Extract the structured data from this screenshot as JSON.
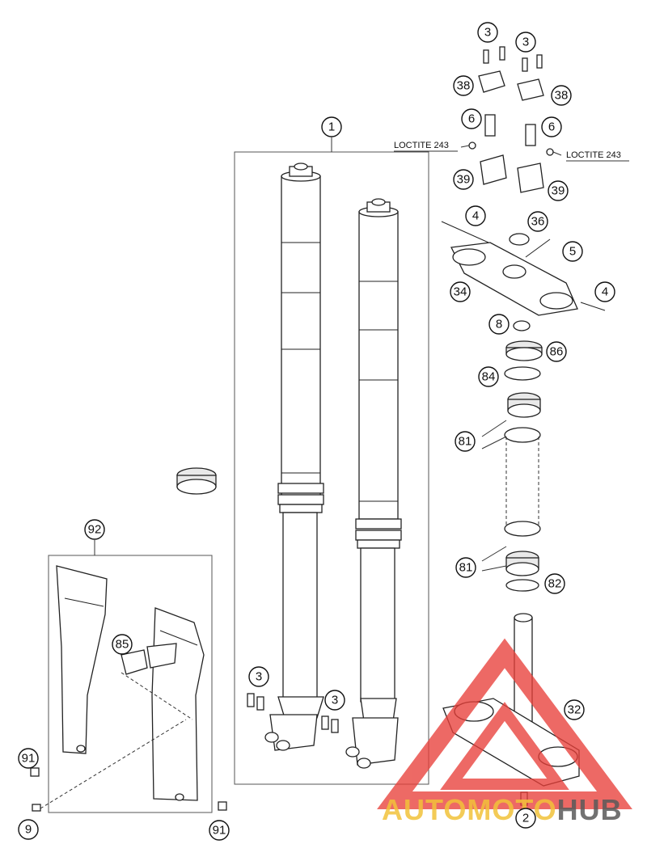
{
  "callouts": [
    {
      "id": "c1",
      "label": "1"
    },
    {
      "id": "c3a",
      "label": "3"
    },
    {
      "id": "c3b",
      "label": "3"
    },
    {
      "id": "c38a",
      "label": "38"
    },
    {
      "id": "c38b",
      "label": "38"
    },
    {
      "id": "c6a",
      "label": "6"
    },
    {
      "id": "c6b",
      "label": "6"
    },
    {
      "id": "c39a",
      "label": "39"
    },
    {
      "id": "c39b",
      "label": "39"
    },
    {
      "id": "c4a",
      "label": "4"
    },
    {
      "id": "c36",
      "label": "36"
    },
    {
      "id": "c5",
      "label": "5"
    },
    {
      "id": "c34",
      "label": "34"
    },
    {
      "id": "c4b",
      "label": "4"
    },
    {
      "id": "c8",
      "label": "8"
    },
    {
      "id": "c86",
      "label": "86"
    },
    {
      "id": "c84",
      "label": "84"
    },
    {
      "id": "c81a",
      "label": "81"
    },
    {
      "id": "c81b",
      "label": "81"
    },
    {
      "id": "c82",
      "label": "82"
    },
    {
      "id": "c32",
      "label": "32"
    },
    {
      "id": "c2",
      "label": "2"
    },
    {
      "id": "c92",
      "label": "92"
    },
    {
      "id": "c85",
      "label": "85"
    },
    {
      "id": "c91a",
      "label": "91"
    },
    {
      "id": "c9",
      "label": "9"
    },
    {
      "id": "c91b",
      "label": "91"
    },
    {
      "id": "c3c",
      "label": "3"
    },
    {
      "id": "c3d",
      "label": "3"
    }
  ],
  "notes": {
    "loctite_left": "LOCTITE 243",
    "loctite_right": "LOCTITE 243"
  },
  "watermark": {
    "text_part1": "AUTOMOTO",
    "text_part2": "HUB",
    "color_part1": "#f2c23a",
    "color_part2": "#5a5a5a",
    "logo_color": "#e8403a"
  }
}
